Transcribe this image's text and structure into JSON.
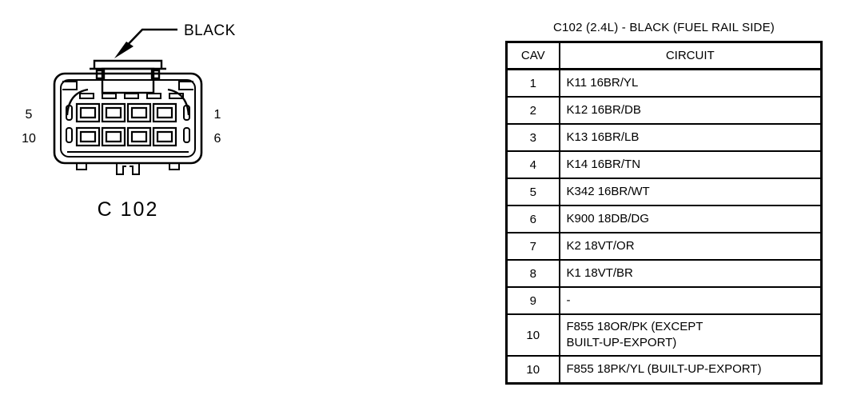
{
  "figure": {
    "callout_label": "BLACK",
    "caption": "C 102",
    "pin_labels": {
      "top_left": "5",
      "bottom_left": "10",
      "top_right": "1",
      "bottom_right": "6"
    },
    "cavity_count": 10,
    "cavity_rows": 2,
    "cavity_columns": 5,
    "line_color": "#000000"
  },
  "table": {
    "title": "C102 (2.4L) - BLACK (FUEL RAIL SIDE)",
    "headers": [
      "CAV",
      "CIRCUIT"
    ],
    "rows": [
      {
        "cav": "1",
        "circuit": "K11 16BR/YL"
      },
      {
        "cav": "2",
        "circuit": "K12 16BR/DB"
      },
      {
        "cav": "3",
        "circuit": "K13 16BR/LB"
      },
      {
        "cav": "4",
        "circuit": "K14 16BR/TN"
      },
      {
        "cav": "5",
        "circuit": "K342 16BR/WT"
      },
      {
        "cav": "6",
        "circuit": "K900 18DB/DG"
      },
      {
        "cav": "7",
        "circuit": "K2 18VT/OR"
      },
      {
        "cav": "8",
        "circuit": "K1 18VT/BR"
      },
      {
        "cav": "9",
        "circuit": "-"
      },
      {
        "cav": "10",
        "circuit_line1": "F855 18OR/PK (EXCEPT",
        "circuit_line2": "BUILT-UP-EXPORT)"
      },
      {
        "cav": "10",
        "circuit": "F855 18PK/YL (BUILT-UP-EXPORT)"
      }
    ]
  }
}
